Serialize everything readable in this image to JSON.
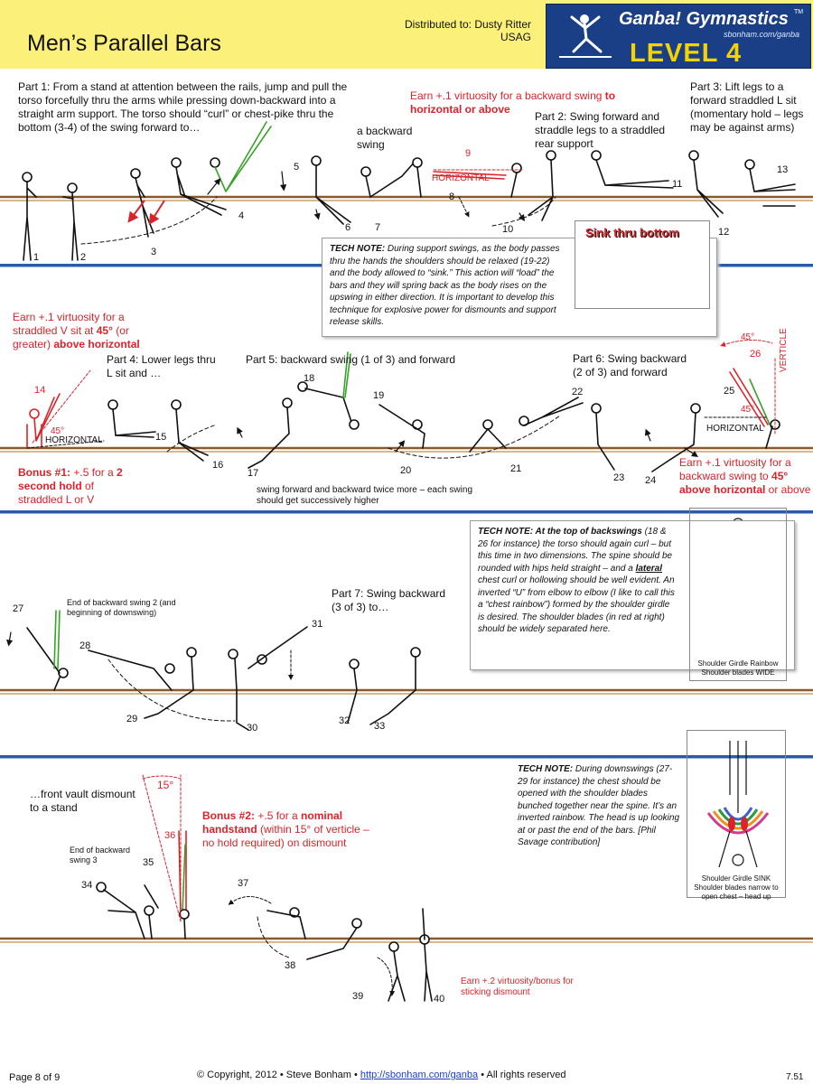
{
  "header": {
    "title": "Men’s Parallel Bars",
    "distributed_line1": "Distributed to: Dusty Ritter",
    "distributed_line2": "USAG",
    "logo_brand": "Ganba! Gymnastics",
    "logo_tm": "TM",
    "logo_url": "sbonham.com/ganba",
    "logo_level": "LEVEL 4"
  },
  "row1": {
    "part1": "Part 1: From a stand at attention between the rails, jump and pull the torso forcefully thru the arms while pressing down-backward into a straight arm support. The torso should “curl” or chest-pike thru the bottom (3-4) of the swing forward to…",
    "backward_swing": "a backward swing",
    "earn_text": "Earn +.1 virtuosity for a backward swing ",
    "earn_bold": "to horizontal or above",
    "part2": "Part 2: Swing forward and straddle legs to a straddled rear support",
    "part3": "Part 3: Lift legs to a forward straddled L sit (momentary hold – legs may be against arms)",
    "horizontal": "HORIZONTAL",
    "nums": [
      "1",
      "2",
      "3",
      "4",
      "5",
      "6",
      "7",
      "8",
      "9",
      "10",
      "11",
      "12",
      "13"
    ],
    "sink_caption": "Sink thru bottom",
    "tech_bold": "TECH NOTE:",
    "tech_text": " During support swings, as the body passes thru the hands the shoulders should be relaxed (19-22) and the body allowed to “sink.” This action will “load” the bars and they will spring back as the body rises on the upswing in either direction. It is important to develop this technique for explosive power for dismounts and support release skills."
  },
  "row2": {
    "earn_left_a": "Earn +.1 virtuosity for a straddled V sit at ",
    "earn_left_b": "45°",
    "earn_left_c": " (or greater) ",
    "earn_left_d": "above horizontal",
    "part4": "Part 4: Lower legs thru L sit and …",
    "part5": "Part 5: backward swing (1 of 3) and forward",
    "part6": "Part 6: Swing backward (2 of 3) and forward",
    "vertical": "VERTICLE",
    "deg45": "45°",
    "horizontal": "HORIZONTAL",
    "bonus1_a": "Bonus #1:",
    "bonus1_b": " +.5 for a ",
    "bonus1_c": "2 second hold",
    "bonus1_d": " of straddled L or V",
    "swing_note": "swing forward and backward twice more – each swing should get successively higher",
    "earn_right_a": "Earn +.1 virtuosity for a backward swing to ",
    "earn_right_b": "45° above horizontal",
    "earn_right_c": " or above",
    "nums": [
      "14",
      "15",
      "16",
      "17",
      "18",
      "19",
      "20",
      "21",
      "22",
      "23",
      "24",
      "25",
      "26"
    ]
  },
  "row3": {
    "end_swing2": "End of backward swing 2 (and beginning of downswing)",
    "part7": "Part 7: Swing backward (3 of 3) to…",
    "tech_bold": "TECH NOTE: At the top of backswings",
    "tech_text1": " (18 & 26 for instance) the torso should again curl – but this time in two dimensions. The spine should be rounded with hips held straight – and a ",
    "tech_lateral": "lateral",
    "tech_text2": " chest curl or hollowing should be well evident. An inverted “U” from elbow to elbow (I like to call this a “chest rainbow”) formed by the shoulder girdle is desired. The shoulder blades (in red at right) should be widely separated here.",
    "fig_caption1": "Shoulder Girdle Rainbow",
    "fig_caption2": "Shoulder blades WIDE",
    "nums": [
      "27",
      "28",
      "29",
      "30",
      "31",
      "32",
      "33"
    ]
  },
  "row4": {
    "front_vault": "…front vault dismount to a stand",
    "deg15": "15°",
    "bonus2_a": "Bonus #2:",
    "bonus2_b": " +.5 for a ",
    "bonus2_c": "nominal handstand",
    "bonus2_d": " (within 15° of verticle – no hold required) on dismount",
    "end_swing3": "End of backward swing 3",
    "earn_stick": "Earn +.2 virtuosity/bonus for sticking dismount",
    "tech_bold": "TECH NOTE:",
    "tech_text": "  During downswings (27-29 for instance) the chest should be opened with the shoulder blades bunched together near the spine. It’s an inverted rainbow. The head is up looking at or past the end of the bars. [Phil Savage contribution]",
    "fig_caption1": "Shoulder Girdle SINK",
    "fig_caption2": "Shoulder blades narrow to open chest – head up",
    "nums": [
      "34",
      "35",
      "36",
      "37",
      "38",
      "39",
      "40"
    ]
  },
  "footer": {
    "page": "Page 8 of 9",
    "copyright": "© Copyright, 2012 • Steve Bonham • ",
    "link": "http://sbonham.com/ganba",
    "rights": " • All rights reserved",
    "version": "7.51"
  },
  "colors": {
    "header_bg": "#fbf07a",
    "logo_bg": "#1b3f86",
    "band": "#2b5aa8",
    "red": "#d8242a",
    "bar": "#8a5a2b",
    "green": "#3aa12b"
  }
}
